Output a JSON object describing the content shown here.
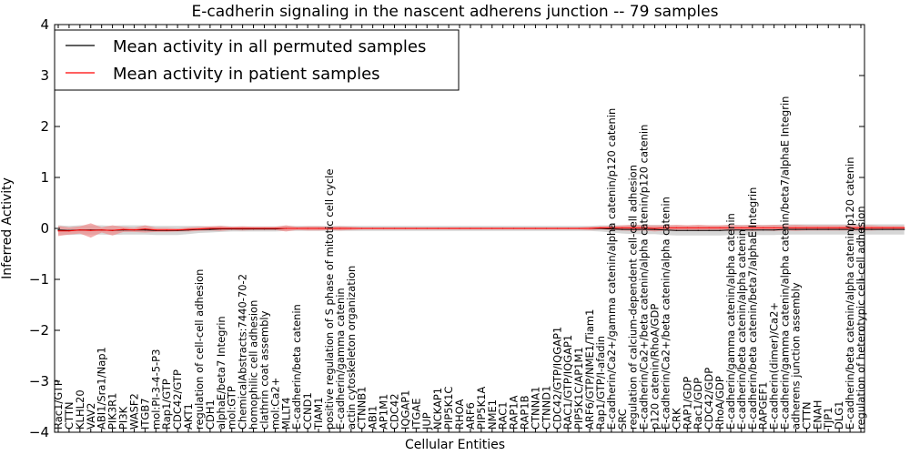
{
  "chart_data": {
    "type": "line",
    "title": "E-cadherin signaling in the nascent adherens junction -- 79 samples",
    "xlabel": "Cellular Entities",
    "ylabel": "Inferred Activity",
    "ylim": [
      -4,
      4
    ],
    "yticks": [
      -4,
      -3,
      -2,
      -1,
      0,
      1,
      2,
      3,
      4
    ],
    "ytick_labels": [
      "−4",
      "−3",
      "−2",
      "−1",
      "0",
      "1",
      "2",
      "3",
      "4"
    ],
    "grid": false,
    "legend_position": "top-left",
    "categories": [
      "Rac1/GTP",
      "CTTN",
      "KLHL20",
      "VAV2",
      "ABI1/Sra1/Nap1",
      "PIK3R1",
      "PI3K",
      "WASF2",
      "ITGB7",
      "mol:PI-3-4-5-P3",
      "Rap1/GTP",
      "CDC42/GTP",
      "AKT1",
      "regulation of cell-cell adhesion",
      "CDH1",
      "alphaE/beta7 Integrin",
      "mol:GTP",
      "ChemicalAbstracts:7440-70-2",
      "homophilic cell adhesion",
      "clathrin coat assembly",
      "mol:Ca2+",
      "MLLT4",
      "E-cadherin/beta catenin",
      "CCND1",
      "TIAM1",
      "positive regulation of S phase of mitotic cell cycle",
      "E-cadherin/gamma catenin",
      "actin cytoskeleton organization",
      "CTNNB1",
      "ABI1",
      "AP1M1",
      "CDC42",
      "IQGAP1",
      "ITGAE",
      "JUP",
      "NCKAP1",
      "PIP5K1C",
      "RHOA",
      "ARF6",
      "PIP5K1A",
      "NME1",
      "RAC1",
      "RAP1A",
      "RAP1B",
      "CTNNA1",
      "CTNND1",
      "CDC42/GTP/IQGAP1",
      "RAC1/GTP/IQGAP1",
      "PIP5K1C/AP1M1",
      "ARF6/GTP/NME1/Tiam1",
      "Rap1/GTP/I-afadin",
      "E-cadherin/Ca2+/gamma catenin/alpha catenin/p120 catenin",
      "SRC",
      "regulation of calcium-dependent cell-cell adhesion",
      "E-cadherin/Ca2+/beta catenin/alpha catenin/p120 catenin",
      "p120 catenin/RhoA/GDP",
      "E-cadherin/Ca2+/beta catenin/alpha catenin",
      "CRK",
      "RAP1/GDP",
      "Rac1/GDP",
      "CDC42/GDP",
      "RhoA/GDP",
      "E-cadherin/gamma catenin/alpha catenin",
      "E-cadherin/beta catenin/alpha catenin",
      "E-cadherin/beta catenin/beta7/alphaE Integrin",
      "RAPGEF1",
      "E-cadherin(dimer)/Ca2+",
      "E-cadherin/gamma catenin/alpha catenin/beta7/alphaE Integrin",
      "adherens junction assembly",
      "CTTN",
      "ENAH",
      "TJP1",
      "DLG1",
      "E-cadherin/beta catenin/alpha catenin/p120 catenin",
      "regulation of heterotypic cell-cell adhesion"
    ],
    "series": [
      {
        "name": "Mean activity in all permuted samples",
        "color": "#000000",
        "band_color": "#c8c8c8",
        "values": [
          -0.03,
          -0.04,
          -0.03,
          -0.03,
          -0.03,
          -0.04,
          -0.03,
          -0.03,
          -0.03,
          -0.04,
          -0.04,
          -0.04,
          -0.03,
          -0.02,
          -0.02,
          -0.01,
          -0.01,
          -0.01,
          -0.01,
          -0.01,
          -0.01,
          0.0,
          0.0,
          0.0,
          0.0,
          0.0,
          0.0,
          0.0,
          0.0,
          0.0,
          0.0,
          0.0,
          0.0,
          0.0,
          0.0,
          0.0,
          0.0,
          0.0,
          0.0,
          0.0,
          0.0,
          0.0,
          0.0,
          0.0,
          0.0,
          0.0,
          0.0,
          0.0,
          0.0,
          0.0,
          0.0,
          -0.01,
          -0.02,
          -0.02,
          -0.02,
          -0.02,
          -0.03,
          -0.04,
          -0.04,
          -0.04,
          -0.04,
          -0.04,
          -0.03,
          -0.03,
          -0.03,
          -0.03,
          -0.03,
          -0.02,
          -0.02,
          -0.02,
          -0.02,
          -0.02,
          -0.02,
          -0.02,
          -0.02,
          -0.02,
          -0.02,
          -0.02,
          -0.02
        ],
        "spread": [
          0.09,
          0.09,
          0.09,
          0.09,
          0.09,
          0.09,
          0.09,
          0.09,
          0.09,
          0.09,
          0.09,
          0.09,
          0.08,
          0.07,
          0.06,
          0.06,
          0.05,
          0.05,
          0.05,
          0.05,
          0.05,
          0.05,
          0.05,
          0.05,
          0.05,
          0.05,
          0.05,
          0.05,
          0.05,
          0.05,
          0.05,
          0.05,
          0.05,
          0.05,
          0.05,
          0.05,
          0.05,
          0.05,
          0.05,
          0.05,
          0.05,
          0.05,
          0.05,
          0.05,
          0.05,
          0.05,
          0.05,
          0.05,
          0.05,
          0.05,
          0.06,
          0.07,
          0.08,
          0.09,
          0.09,
          0.09,
          0.1,
          0.1,
          0.1,
          0.1,
          0.1,
          0.1,
          0.1,
          0.1,
          0.1,
          0.1,
          0.1,
          0.1,
          0.1,
          0.1,
          0.1,
          0.1,
          0.1,
          0.1,
          0.1,
          0.1,
          0.1,
          0.1,
          0.1
        ]
      },
      {
        "name": "Mean activity in patient samples",
        "color": "#ff0000",
        "band_color": "#f08a8a",
        "values": [
          -0.05,
          -0.05,
          -0.03,
          -0.04,
          -0.03,
          -0.04,
          -0.02,
          -0.03,
          -0.01,
          -0.03,
          -0.03,
          -0.03,
          -0.02,
          -0.01,
          0.0,
          0.0,
          0.0,
          0.0,
          0.0,
          0.0,
          0.0,
          0.0,
          0.0,
          0.0,
          0.0,
          0.0,
          0.0,
          0.0,
          0.0,
          0.0,
          0.0,
          0.0,
          0.0,
          0.0,
          0.0,
          0.0,
          0.0,
          0.0,
          0.0,
          0.0,
          0.0,
          0.0,
          0.0,
          0.0,
          0.0,
          0.0,
          0.0,
          0.0,
          0.0,
          0.0,
          0.01,
          0.01,
          0.01,
          0.01,
          0.01,
          0.0,
          0.01,
          0.01,
          0.01,
          0.01,
          0.01,
          0.01,
          0.01,
          0.01,
          0.01,
          0.01,
          0.01,
          0.01,
          0.01,
          0.01,
          0.01,
          0.01,
          0.01,
          0.01,
          0.01,
          0.01,
          0.01,
          0.01,
          0.01
        ],
        "spread": [
          0.1,
          0.07,
          0.07,
          0.14,
          0.05,
          0.1,
          0.05,
          0.04,
          0.07,
          0.04,
          0.04,
          0.03,
          0.04,
          0.04,
          0.04,
          0.05,
          0.03,
          0.04,
          0.03,
          0.03,
          0.03,
          0.06,
          0.03,
          0.04,
          0.04,
          0.03,
          0.04,
          0.03,
          0.02,
          0.02,
          0.02,
          0.02,
          0.02,
          0.02,
          0.02,
          0.02,
          0.02,
          0.02,
          0.02,
          0.02,
          0.02,
          0.02,
          0.02,
          0.02,
          0.02,
          0.02,
          0.02,
          0.02,
          0.02,
          0.03,
          0.03,
          0.04,
          0.05,
          0.06,
          0.05,
          0.06,
          0.05,
          0.06,
          0.05,
          0.06,
          0.05,
          0.05,
          0.06,
          0.05,
          0.06,
          0.05,
          0.06,
          0.05,
          0.06,
          0.05,
          0.05,
          0.05,
          0.05,
          0.05,
          0.05,
          0.05,
          0.04,
          0.04,
          0.04
        ]
      }
    ]
  }
}
